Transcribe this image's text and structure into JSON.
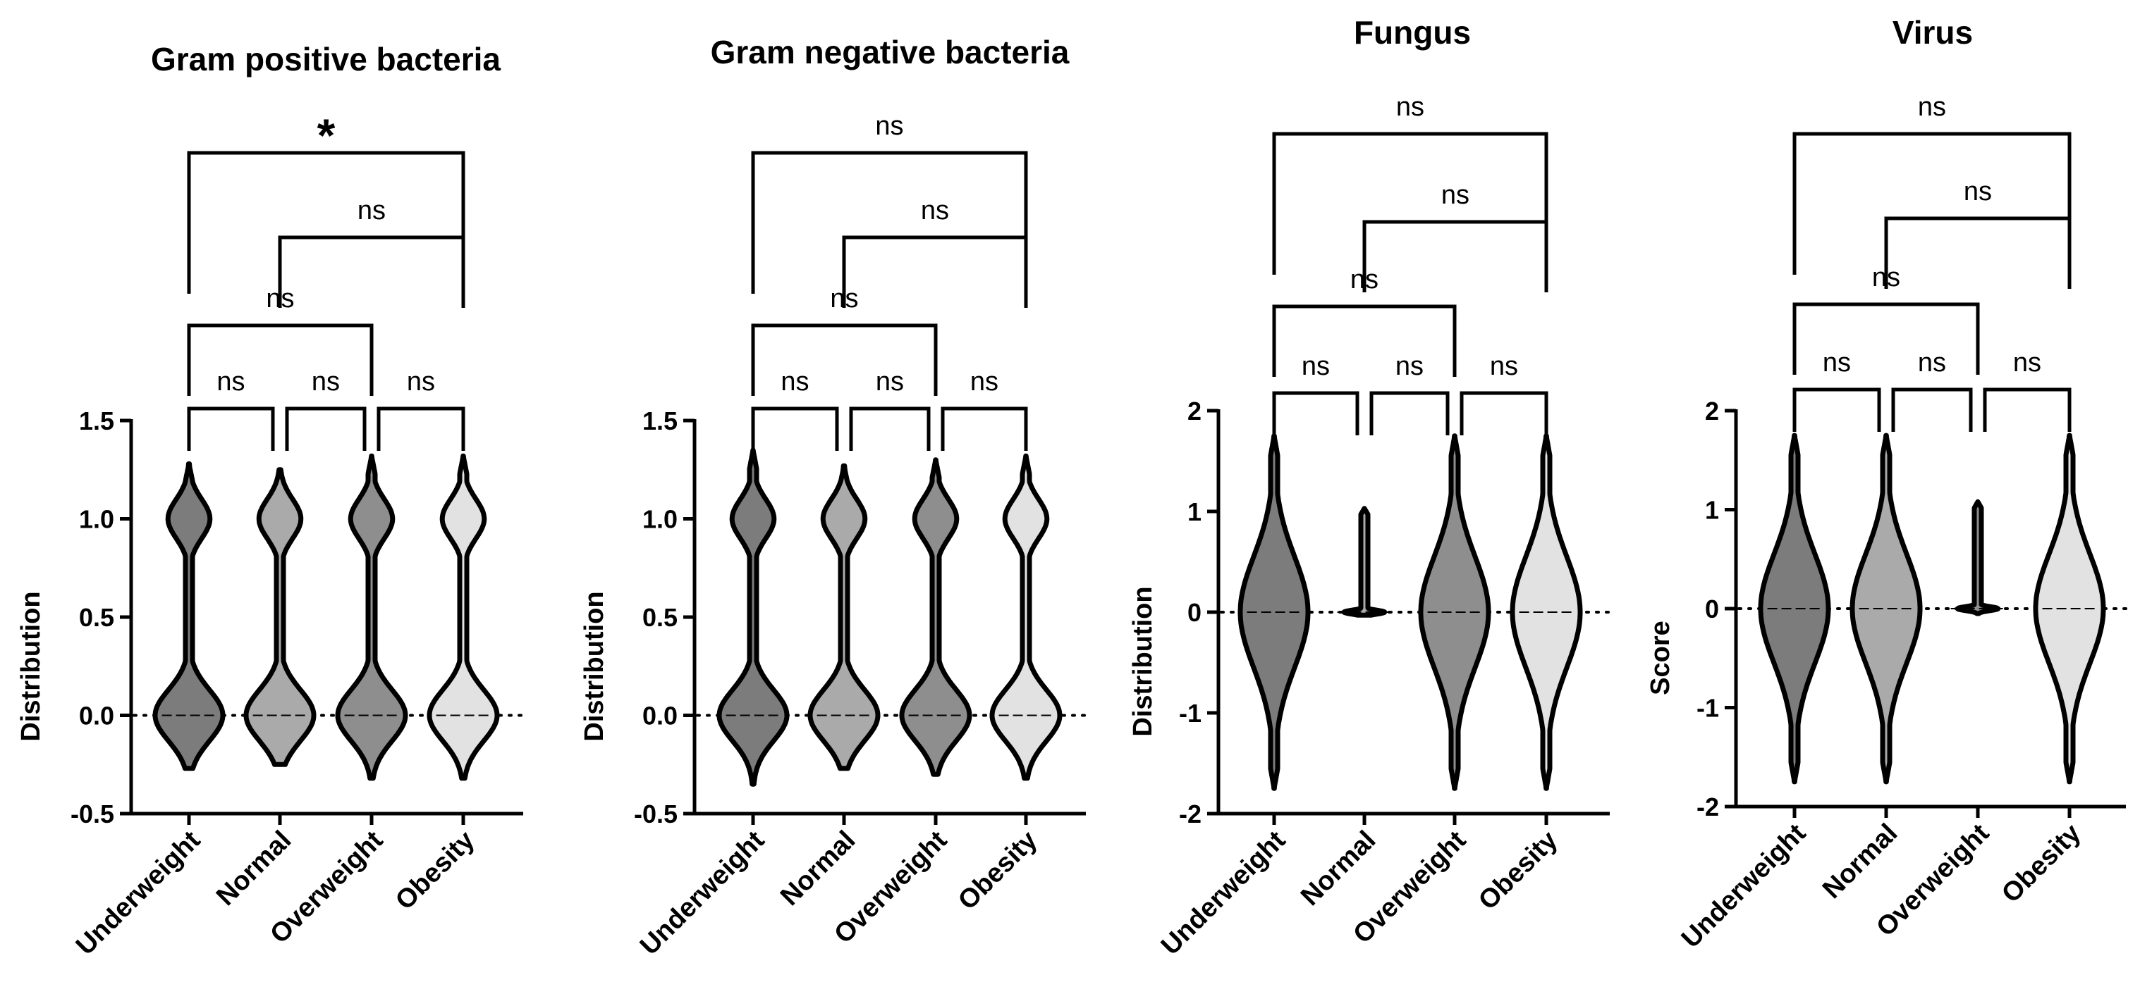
{
  "figure_width": 3035,
  "figure_height": 1421,
  "colors": {
    "Underweight": "#7c7c7c",
    "Normal": "#aaaaaa",
    "Overweight": "#8e8e8e",
    "Obesity": "#e2e2e2",
    "stroke": "#000000"
  },
  "chart_data": [
    {
      "type": "violin",
      "title": "Gram positive bacteria",
      "ylabel": "Distribution",
      "categories": [
        "Underweight",
        "Normal",
        "Overweight",
        "Obesity"
      ],
      "ylim": [
        -0.5,
        1.5
      ],
      "yticks": [
        -0.5,
        0.0,
        0.5,
        1.0,
        1.5
      ],
      "ytick_labels": [
        "-0.5",
        "0.0",
        "0.5",
        "1.0",
        "1.5"
      ],
      "reference_line_y": 0,
      "violins": [
        {
          "category": "Underweight",
          "min": -0.27,
          "max": 1.28,
          "median": 0,
          "modes": [
            0,
            1
          ]
        },
        {
          "category": "Normal",
          "min": -0.25,
          "max": 1.25,
          "median": 0,
          "modes": [
            0,
            1
          ]
        },
        {
          "category": "Overweight",
          "min": -0.32,
          "max": 1.32,
          "median": 0,
          "modes": [
            0,
            1
          ]
        },
        {
          "category": "Obesity",
          "min": -0.32,
          "max": 1.32,
          "median": 0,
          "modes": [
            0,
            1
          ]
        }
      ],
      "comparisons": [
        {
          "pair": [
            "Underweight",
            "Normal"
          ],
          "label": "ns"
        },
        {
          "pair": [
            "Normal",
            "Overweight"
          ],
          "label": "ns"
        },
        {
          "pair": [
            "Overweight",
            "Obesity"
          ],
          "label": "ns"
        },
        {
          "pair": [
            "Underweight",
            "Overweight"
          ],
          "label": "ns"
        },
        {
          "pair": [
            "Normal",
            "Obesity"
          ],
          "label": "ns"
        },
        {
          "pair": [
            "Underweight",
            "Obesity"
          ],
          "label": "*"
        }
      ]
    },
    {
      "type": "violin",
      "title": "Gram negative bacteria",
      "ylabel": "Distribution",
      "categories": [
        "Underweight",
        "Normal",
        "Overweight",
        "Obesity"
      ],
      "ylim": [
        -0.5,
        1.5
      ],
      "yticks": [
        -0.5,
        0.0,
        0.5,
        1.0,
        1.5
      ],
      "ytick_labels": [
        "-0.5",
        "0.0",
        "0.5",
        "1.0",
        "1.5"
      ],
      "reference_line_y": 0,
      "violins": [
        {
          "category": "Underweight",
          "min": -0.35,
          "max": 1.35,
          "median": 0,
          "modes": [
            0,
            1
          ]
        },
        {
          "category": "Normal",
          "min": -0.27,
          "max": 1.27,
          "median": 0,
          "modes": [
            0,
            1
          ]
        },
        {
          "category": "Overweight",
          "min": -0.3,
          "max": 1.3,
          "median": 0,
          "modes": [
            0,
            1
          ]
        },
        {
          "category": "Obesity",
          "min": -0.32,
          "max": 1.32,
          "median": 0,
          "modes": [
            0,
            1
          ]
        }
      ],
      "comparisons": [
        {
          "pair": [
            "Underweight",
            "Normal"
          ],
          "label": "ns"
        },
        {
          "pair": [
            "Normal",
            "Overweight"
          ],
          "label": "ns"
        },
        {
          "pair": [
            "Overweight",
            "Obesity"
          ],
          "label": "ns"
        },
        {
          "pair": [
            "Underweight",
            "Overweight"
          ],
          "label": "ns"
        },
        {
          "pair": [
            "Normal",
            "Obesity"
          ],
          "label": "ns"
        },
        {
          "pair": [
            "Underweight",
            "Obesity"
          ],
          "label": "ns"
        }
      ]
    },
    {
      "type": "violin",
      "title": "Fungus",
      "ylabel": "Distribution",
      "categories": [
        "Underweight",
        "Normal",
        "Overweight",
        "Obesity"
      ],
      "ylim": [
        -2,
        2
      ],
      "yticks": [
        -2,
        -1,
        0,
        1,
        2
      ],
      "ytick_labels": [
        "-2",
        "-1",
        "0",
        "1",
        "2"
      ],
      "reference_line_y": 0,
      "violins": [
        {
          "category": "Underweight",
          "min": -1.75,
          "max": 1.75,
          "median": 0,
          "modes": [
            0
          ]
        },
        {
          "category": "Normal",
          "min": -0.03,
          "max": 1.03,
          "median": 0,
          "modes": [
            0
          ]
        },
        {
          "category": "Overweight",
          "min": -1.75,
          "max": 1.75,
          "median": 0,
          "modes": [
            0
          ]
        },
        {
          "category": "Obesity",
          "min": -1.75,
          "max": 1.75,
          "median": 0,
          "modes": [
            0
          ]
        }
      ],
      "comparisons": [
        {
          "pair": [
            "Underweight",
            "Normal"
          ],
          "label": "ns"
        },
        {
          "pair": [
            "Normal",
            "Overweight"
          ],
          "label": "ns"
        },
        {
          "pair": [
            "Overweight",
            "Obesity"
          ],
          "label": "ns"
        },
        {
          "pair": [
            "Underweight",
            "Overweight"
          ],
          "label": "ns"
        },
        {
          "pair": [
            "Normal",
            "Obesity"
          ],
          "label": "ns"
        },
        {
          "pair": [
            "Underweight",
            "Obesity"
          ],
          "label": "ns"
        }
      ]
    },
    {
      "type": "violin",
      "title": "Virus",
      "ylabel": "Score",
      "categories": [
        "Underweight",
        "Normal",
        "Overweight",
        "Obesity"
      ],
      "ylim": [
        -2,
        2
      ],
      "yticks": [
        -2,
        -1,
        0,
        1,
        2
      ],
      "ytick_labels": [
        "-2",
        "-1",
        "0",
        "1",
        "2"
      ],
      "reference_line_y": 0,
      "violins": [
        {
          "category": "Underweight",
          "min": -1.75,
          "max": 1.75,
          "median": 0,
          "modes": [
            0
          ]
        },
        {
          "category": "Normal",
          "min": -1.75,
          "max": 1.75,
          "median": 0,
          "modes": [
            0
          ]
        },
        {
          "category": "Overweight",
          "min": -0.05,
          "max": 1.08,
          "median": 0,
          "modes": [
            0
          ]
        },
        {
          "category": "Obesity",
          "min": -1.75,
          "max": 1.75,
          "median": 0,
          "modes": [
            0
          ]
        }
      ],
      "comparisons": [
        {
          "pair": [
            "Underweight",
            "Normal"
          ],
          "label": "ns"
        },
        {
          "pair": [
            "Normal",
            "Overweight"
          ],
          "label": "ns"
        },
        {
          "pair": [
            "Overweight",
            "Obesity"
          ],
          "label": "ns"
        },
        {
          "pair": [
            "Underweight",
            "Overweight"
          ],
          "label": "ns"
        },
        {
          "pair": [
            "Normal",
            "Obesity"
          ],
          "label": "ns"
        },
        {
          "pair": [
            "Underweight",
            "Obesity"
          ],
          "label": "ns"
        }
      ]
    }
  ]
}
